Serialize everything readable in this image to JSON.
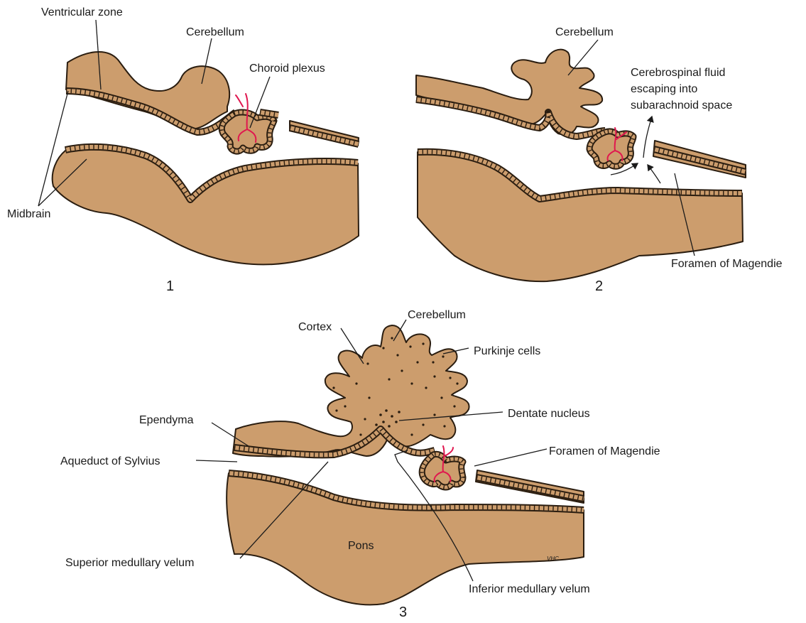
{
  "panels": {
    "p1": {
      "number": "1",
      "labels": {
        "ventricular_zone": "Ventricular zone",
        "cerebellum": "Cerebellum",
        "choroid_plexus": "Choroid plexus",
        "midbrain": "Midbrain"
      }
    },
    "p2": {
      "number": "2",
      "labels": {
        "cerebellum": "Cerebellum",
        "csf_line1": "Cerebrospinal fluid",
        "csf_line2": "escaping into",
        "csf_line3": "subarachnoid space",
        "foramen": "Foramen of Magendie"
      }
    },
    "p3": {
      "number": "3",
      "labels": {
        "cortex": "Cortex",
        "cerebellum": "Cerebellum",
        "purkinje": "Purkinje cells",
        "ependyma": "Ependyma",
        "dentate": "Dentate nucleus",
        "aqueduct": "Aqueduct of Sylvius",
        "foramen": "Foramen of Magendie",
        "pons": "Pons",
        "superior_velum": "Superior medullary velum",
        "inferior_velum": "Inferior medullary velum",
        "signature": "VHC"
      }
    }
  },
  "colors": {
    "tissue": "#cc9d6d",
    "outline": "#2a1d10",
    "blood_vessel": "#e0174f"
  }
}
